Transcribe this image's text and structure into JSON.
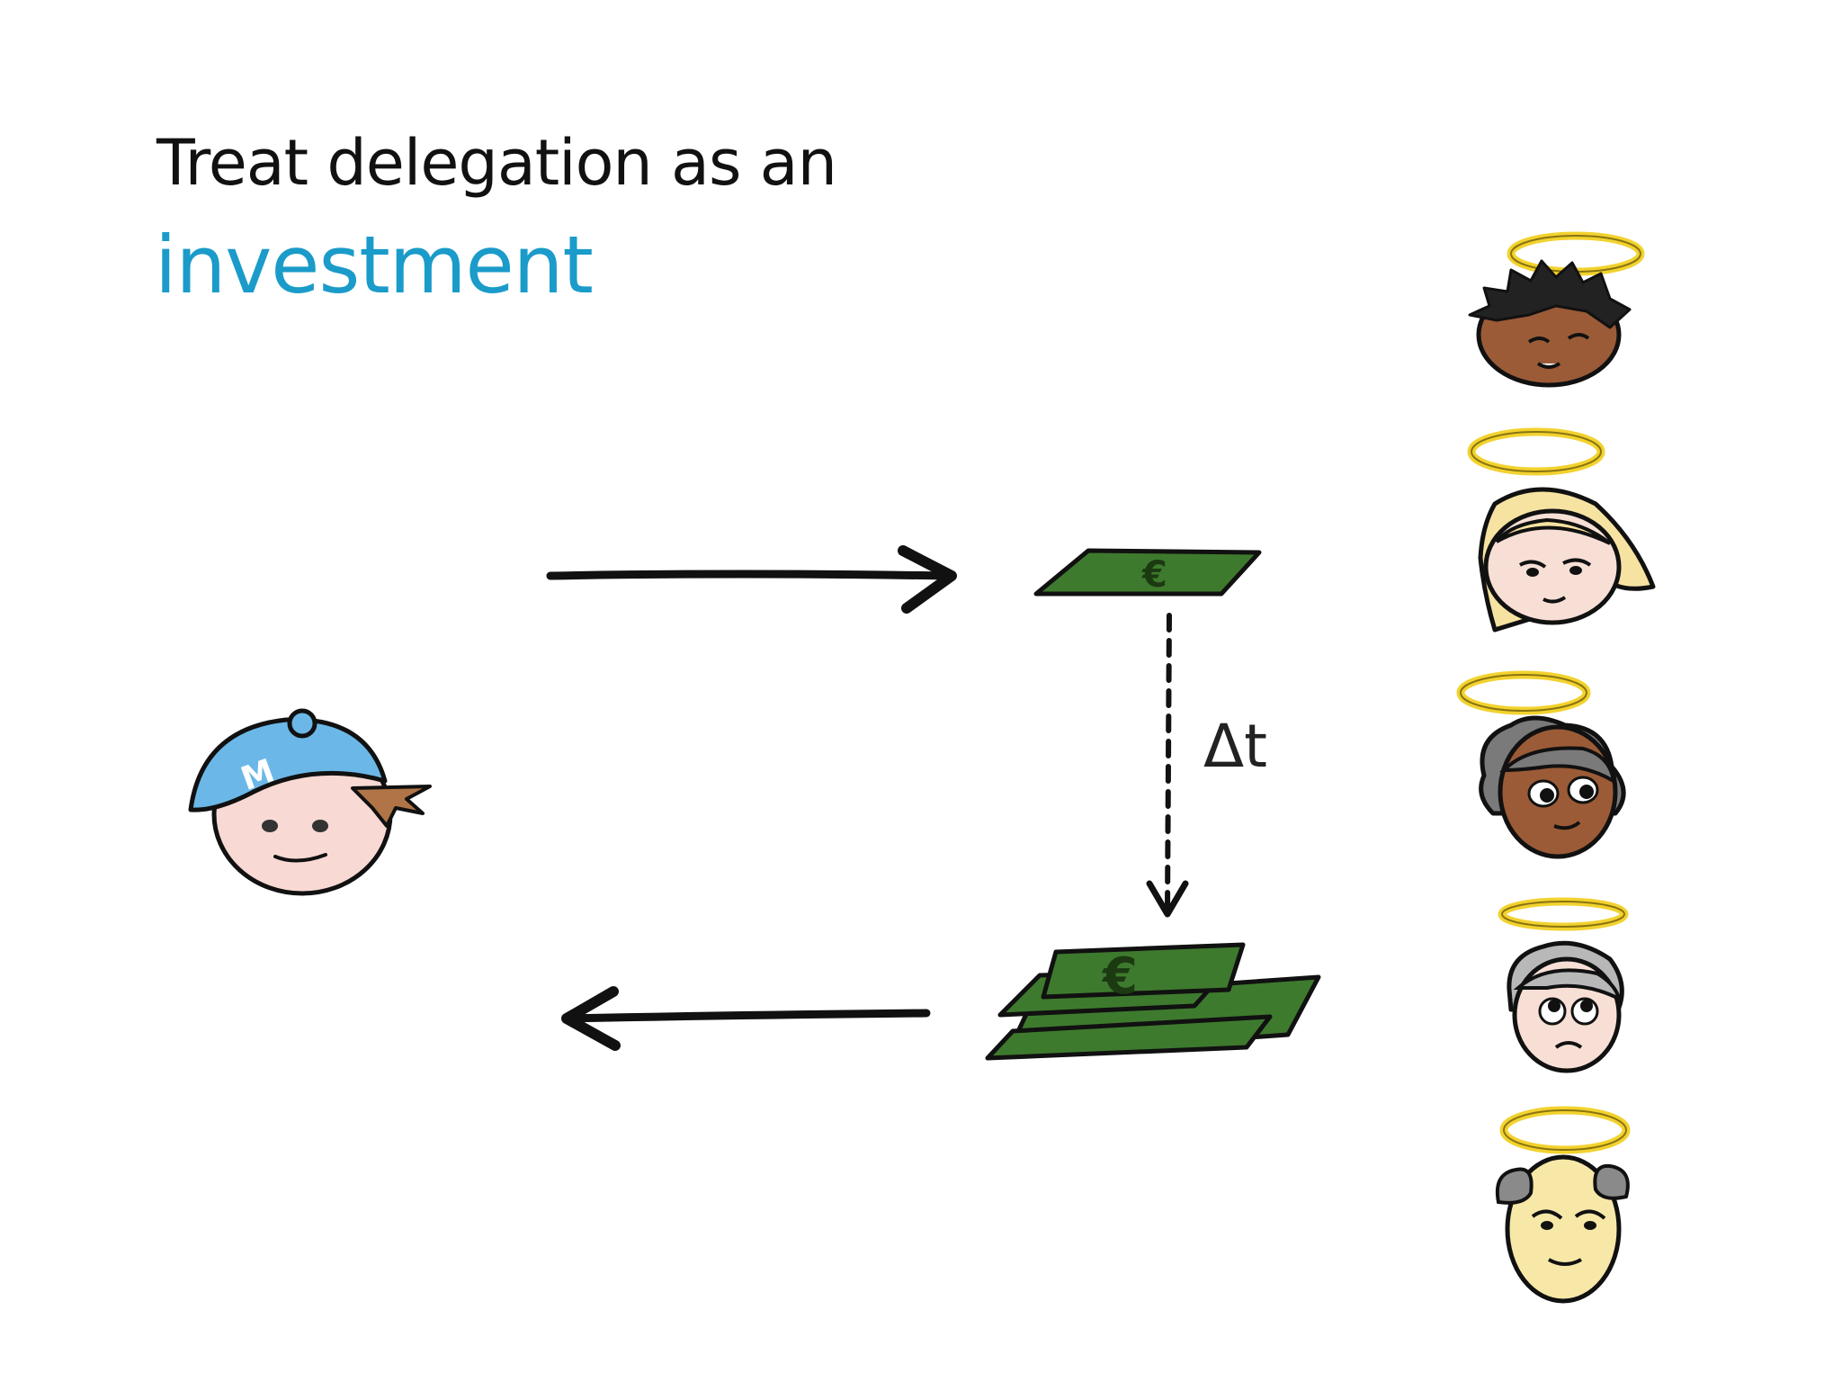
{
  "slide": {
    "title_line1": "Treat delegation as an",
    "title_line2": "investment",
    "delta_label": "Δt",
    "cap_letter": "M",
    "currency_symbol": "€"
  },
  "colors": {
    "title_text": "#111111",
    "title_accent": "#1a9bc9",
    "money_green": "#3e7a2e",
    "cap_blue": "#6bb8e8",
    "halo_yellow": "#f2d22e"
  },
  "icons": {
    "manager": "manager-face-icon",
    "single_bill": "euro-bill-icon",
    "bill_stack": "euro-bill-stack-icon",
    "team": [
      "angel-face-icon",
      "angel-face-icon",
      "angel-face-icon",
      "angel-face-icon",
      "angel-face-icon"
    ]
  }
}
